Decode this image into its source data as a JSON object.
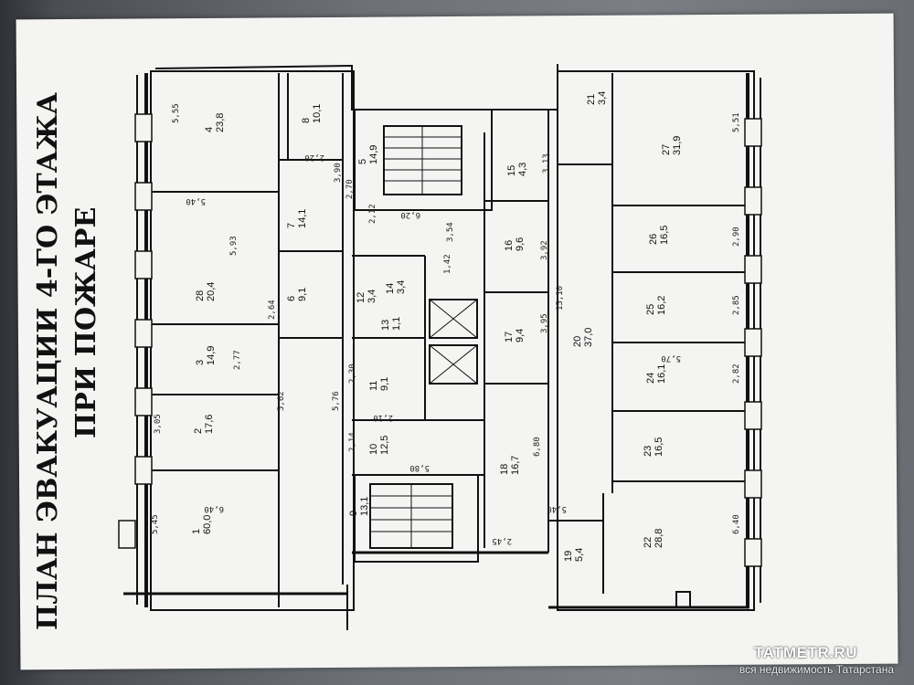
{
  "plan": {
    "title_line1": "ПЛАН ЭВАКУАЦИИ 4-ГО ЭТАЖА",
    "title_line2": "ПРИ ПОЖАРЕ"
  },
  "rooms": [
    {
      "id": "1",
      "area": "60,0"
    },
    {
      "id": "2",
      "area": "17,6"
    },
    {
      "id": "3",
      "area": "14,9"
    },
    {
      "id": "4",
      "area": "23,8"
    },
    {
      "id": "5",
      "area": "14,9"
    },
    {
      "id": "6",
      "area": "9,1"
    },
    {
      "id": "7",
      "area": "14,1"
    },
    {
      "id": "8",
      "area": "10,1"
    },
    {
      "id": "9",
      "area": "13,1"
    },
    {
      "id": "10",
      "area": "12,5"
    },
    {
      "id": "11",
      "area": "9,1"
    },
    {
      "id": "12",
      "area": "3,4"
    },
    {
      "id": "13",
      "area": "1,1"
    },
    {
      "id": "14",
      "area": "3,4"
    },
    {
      "id": "15",
      "area": "4,3"
    },
    {
      "id": "16",
      "area": "9,6"
    },
    {
      "id": "17",
      "area": "9,4"
    },
    {
      "id": "18",
      "area": "16,7"
    },
    {
      "id": "19",
      "area": "5,4"
    },
    {
      "id": "20",
      "area": "37,0"
    },
    {
      "id": "21",
      "area": "3,4"
    },
    {
      "id": "22",
      "area": "28,8"
    },
    {
      "id": "23",
      "area": "16,5"
    },
    {
      "id": "24",
      "area": "16,1"
    },
    {
      "id": "25",
      "area": "16,2"
    },
    {
      "id": "26",
      "area": "16,5"
    },
    {
      "id": "27",
      "area": "31,9"
    },
    {
      "id": "28",
      "area": "20,4"
    }
  ],
  "dimensions": [
    "5,55",
    "5,40",
    "5,93",
    "6,40",
    "5,45",
    "3,05",
    "2,77",
    "2,64",
    "5,62",
    "5,76",
    "5,80",
    "2,12",
    "3,54",
    "3,92",
    "3,95",
    "15,10",
    "6,80",
    "2,45",
    "5,70",
    "2,90",
    "2,85",
    "2,82",
    "6,40",
    "5,51",
    "3,13",
    "2,70",
    "3,90",
    "2,30",
    "2,10",
    "2,14",
    "6,20",
    "1,42",
    "2,20",
    "5,40"
  ],
  "watermark": {
    "brand": "TATMETR.RU",
    "tagline": "вся недвижимость Татарстана"
  }
}
